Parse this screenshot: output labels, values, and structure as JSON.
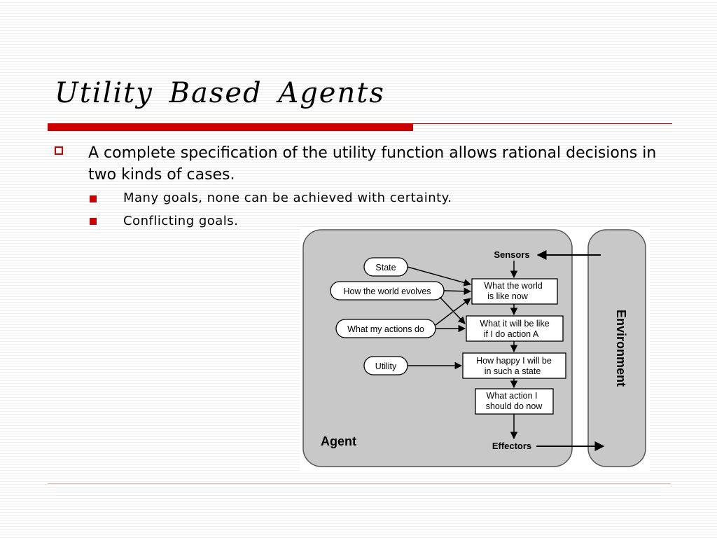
{
  "slide": {
    "title": "Utility  Based  Agents",
    "bullet_main": "A complete specification of the utility function allows rational decisions in two kinds of cases.",
    "sub_bullets": [
      "Many goals, none can be achieved with certainty.",
      "Conflicting goals."
    ],
    "accent_color": "#cc0000"
  },
  "diagram": {
    "agent_label": "Agent",
    "environment_label": "Environment",
    "sensors_label": "Sensors",
    "effectors_label": "Effectors",
    "ovals": {
      "state": "State",
      "world_evolves": "How the world evolves",
      "actions_do": "What my actions do",
      "utility": "Utility"
    },
    "boxes": {
      "world_now": [
        "What the world",
        "is like now"
      ],
      "if_action": [
        "What it will be like",
        "if I do action A"
      ],
      "how_happy": [
        "How happy I will be",
        "in such a state"
      ],
      "what_action": [
        "What action I",
        "should do now"
      ]
    }
  }
}
